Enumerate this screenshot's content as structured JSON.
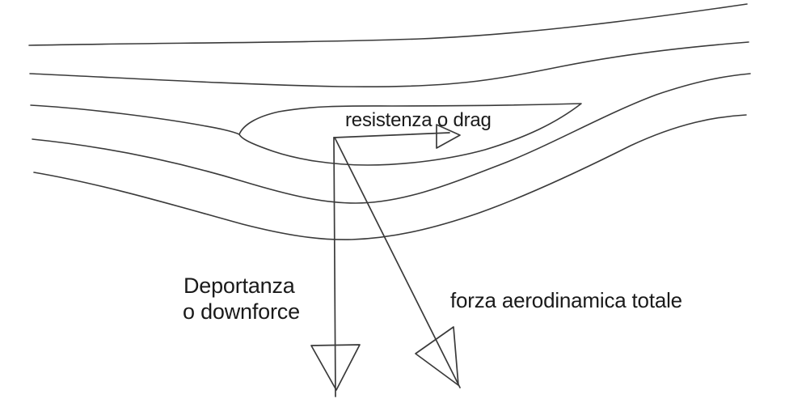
{
  "diagram": {
    "labels": {
      "drag": "resistenza o drag",
      "downforce_line1": "Deportanza",
      "downforce_line2": "o downforce",
      "total_force": "forza aerodinamica totale"
    },
    "colors": {
      "background": "#ffffff",
      "line": "#3a3a3a",
      "text": "#1a1a1a"
    }
  }
}
